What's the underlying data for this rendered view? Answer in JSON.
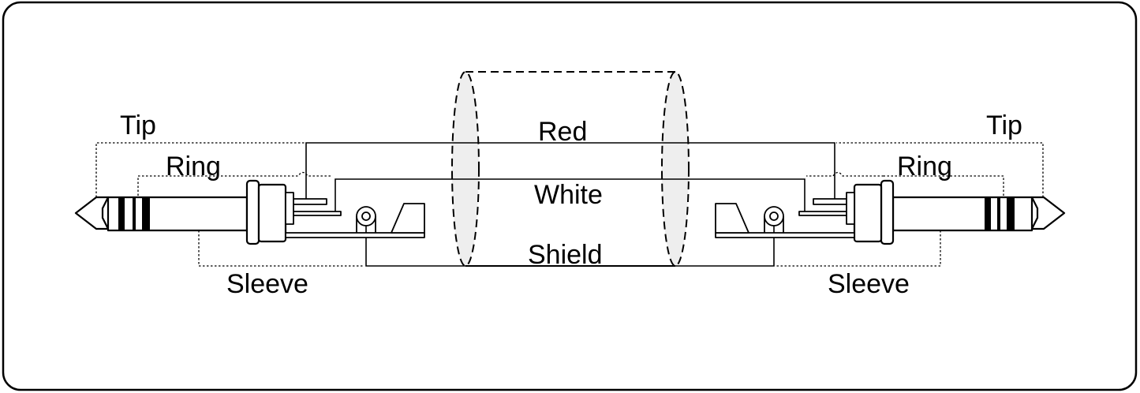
{
  "labels": {
    "left_tip": "Tip",
    "left_ring": "Ring",
    "left_sleeve": "Sleeve",
    "right_tip": "Tip",
    "right_ring": "Ring",
    "right_sleeve": "Sleeve",
    "wire_red": "Red",
    "wire_white": "White",
    "wire_shield": "Shield"
  },
  "colors": {
    "line": "#000000",
    "shield_fill": "#eeeeee",
    "background": "#ffffff"
  }
}
